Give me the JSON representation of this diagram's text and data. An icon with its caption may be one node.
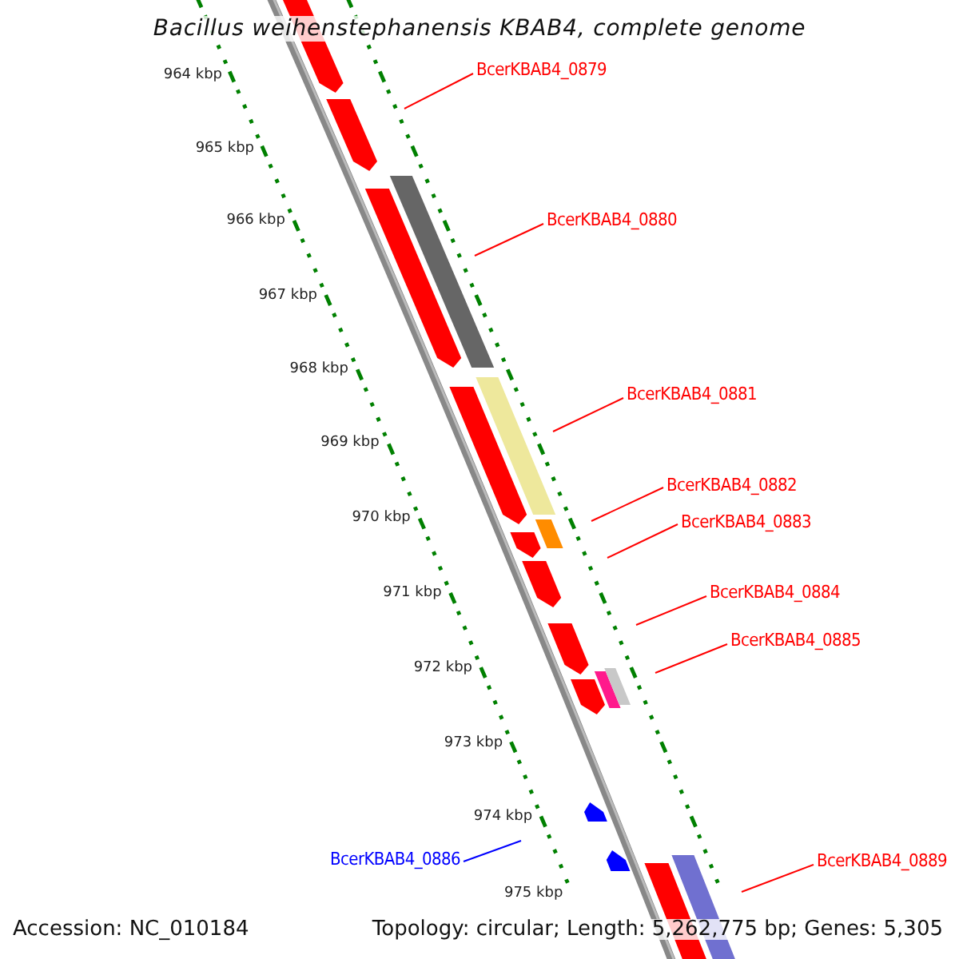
{
  "diagram": {
    "title": "Bacillus weihenstephanensis KBAB4, complete genome",
    "nodes": [
      {
        "text": [
          "BcerKBAB4_0879"
        ]
      },
      {
        "text": [
          "BcerKBAB4_0880"
        ]
      },
      {
        "text": [
          "BcerKBAB4_0881"
        ]
      },
      {
        "text": [
          "BcerKBAB4_0882"
        ]
      },
      {
        "text": [
          "BcerKBAB4_0883"
        ]
      },
      {
        "text": [
          "BcerKBAB4_0884"
        ]
      },
      {
        "text": [
          "BcerKBAB4_0885"
        ]
      },
      {
        "text": [
          "BcerKBAB4_0886"
        ]
      },
      {
        "text": [
          "BcerKBAB4_0889"
        ]
      }
    ],
    "edges": [
      {
        "from": 0,
        "to": null,
        "arrow": "none"
      },
      {
        "from": 1,
        "to": null,
        "arrow": "none"
      },
      {
        "from": 2,
        "to": null,
        "arrow": "none"
      },
      {
        "from": 3,
        "to": null,
        "arrow": "none"
      },
      {
        "from": 4,
        "to": null,
        "arrow": "none"
      },
      {
        "from": 5,
        "to": null,
        "arrow": "none"
      },
      {
        "from": 6,
        "to": null,
        "arrow": "none"
      },
      {
        "from": 7,
        "to": null,
        "arrow": "none",
        "color": "#0000ff"
      },
      {
        "from": 8,
        "to": null,
        "arrow": "none"
      }
    ],
    "labels": [
      "964 kbp",
      "965 kbp",
      "966 kbp",
      "967 kbp",
      "968 kbp",
      "969 kbp",
      "970 kbp",
      "971 kbp",
      "972 kbp",
      "973 kbp",
      "974 kbp",
      "975 kbp",
      "Accession: NC_010184",
      "Topology: circular; Length: 5,262,775 bp; Genes: 5,305"
    ]
  }
}
